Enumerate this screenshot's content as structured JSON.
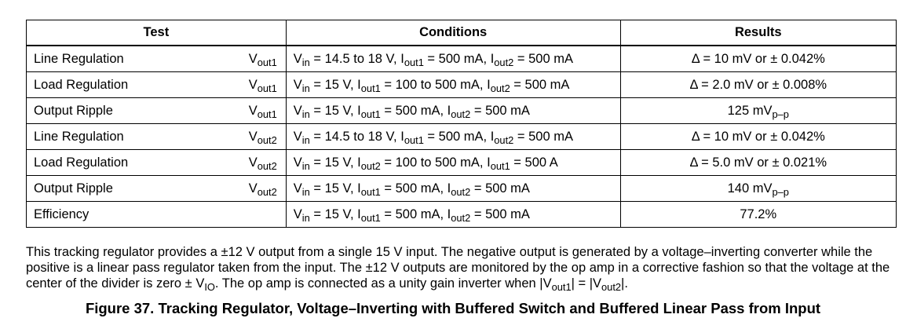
{
  "table": {
    "headers": [
      "Test",
      "Conditions",
      "Results"
    ],
    "rows": [
      {
        "test": "Line Regulation",
        "output": "Vout1",
        "conditions": "Vin = 14.5 to 18 V, Iout1 = 500 mA, Iout2 = 500 mA",
        "result": "Δ = 10 mV or ± 0.042%"
      },
      {
        "test": "Load Regulation",
        "output": "Vout1",
        "conditions": "Vin = 15 V, Iout1 = 100 to 500 mA, Iout2 = 500 mA",
        "result": "Δ = 2.0 mV or ± 0.008%"
      },
      {
        "test": "Output Ripple",
        "output": "Vout1",
        "conditions": "Vin = 15 V, Iout1 = 500 mA, Iout2 = 500 mA",
        "result": "125 mVp–p"
      },
      {
        "test": "Line Regulation",
        "output": "Vout2",
        "conditions": "Vin = 14.5 to 18 V, Iout1 = 500 mA, Iout2 = 500 mA",
        "result": "Δ = 10 mV or ± 0.042%"
      },
      {
        "test": "Load Regulation",
        "output": "Vout2",
        "conditions": "Vin = 15 V, Iout2 = 100 to 500 mA, Iout1 = 500 A",
        "result": "Δ = 5.0 mV or ± 0.021%"
      },
      {
        "test": "Output Ripple",
        "output": "Vout2",
        "conditions": "Vin = 15 V, Iout1 = 500 mA, Iout2 = 500 mA",
        "result": "140 mVp–p"
      },
      {
        "test": "Efficiency",
        "output": "",
        "conditions": "Vin = 15 V, Iout1 = 500 mA, Iout2 = 500 mA",
        "result": "77.2%"
      }
    ]
  },
  "caption": {
    "text": "This tracking regulator provides a ±12 V output from a single 15 V input. The negative output is generated by a voltage–inverting converter while the positive is a linear pass regulator taken from the input. The ±12 V outputs are monitored by the op amp in a corrective fashion so that the voltage at the center of the divider is zero ± VIO. The op amp is connected as a unity gain inverter when |Vout1| = |Vout2|."
  },
  "figure_title": "Figure 37. Tracking Regulator, Voltage–Inverting with Buffered Switch and Buffered Linear Pass from Input"
}
